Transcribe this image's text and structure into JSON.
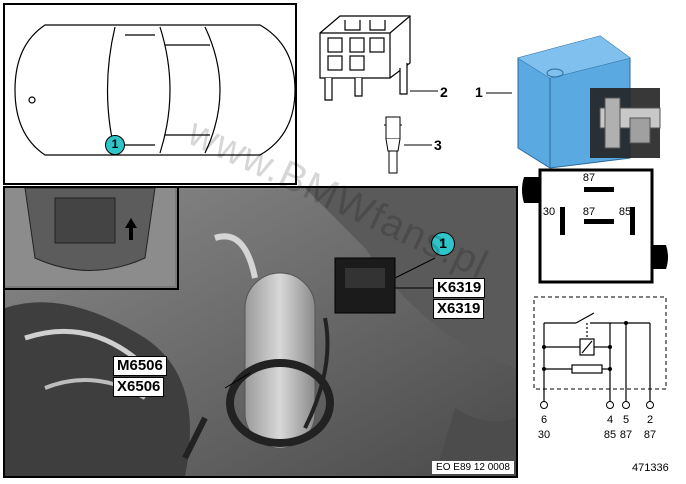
{
  "car_view": {
    "callout": "1"
  },
  "parts": {
    "part1_number": "1",
    "part2_number": "2",
    "part3_number": "3"
  },
  "relay_symbol": {
    "terminal_top": "87",
    "terminal_left": "30",
    "terminal_center": "87",
    "terminal_right": "85"
  },
  "photo": {
    "callout": "1",
    "label_k": "K6319",
    "label_x_top": "X6319",
    "label_m": "M6506",
    "label_x_bottom": "X6506",
    "image_code": "EO E89 12 0008"
  },
  "schematic": {
    "pins": [
      {
        "pin": "6",
        "terminal": "30"
      },
      {
        "pin": "4",
        "terminal": "85"
      },
      {
        "pin": "5",
        "terminal": "87"
      },
      {
        "pin": "2",
        "terminal": "87"
      }
    ]
  },
  "watermark": "www.BMWfans.pl",
  "diagram_number": "471336",
  "colors": {
    "callout": "#2ec4c8",
    "relay_body": "#5aa9e0"
  }
}
